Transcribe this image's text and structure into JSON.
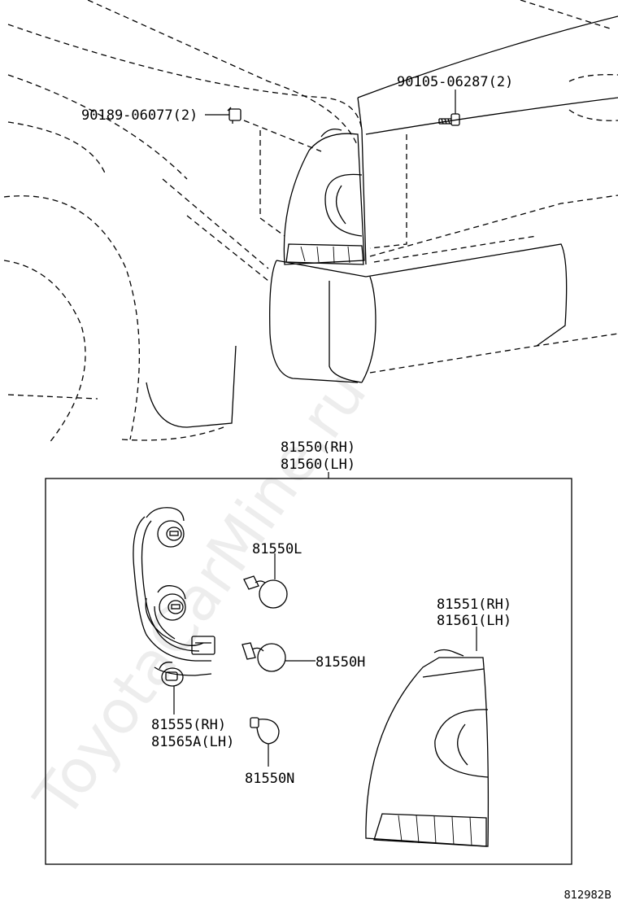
{
  "labels": {
    "clip": "90189-06077(2)",
    "screw": "90105-06287(2)",
    "assembly_rh": "81550(RH)",
    "assembly_lh": "81560(LH)",
    "bulb_l": "81550L",
    "bulb_h": "81550H",
    "socket_rh": "81555(RH)",
    "socket_lh": "81565A(LH)",
    "bulb_n": "81550N",
    "lens_rh": "81551(RH)",
    "lens_lh": "81561(LH)"
  },
  "watermark": "ToyotaCarMine.ru",
  "diagram_code": "812982B"
}
